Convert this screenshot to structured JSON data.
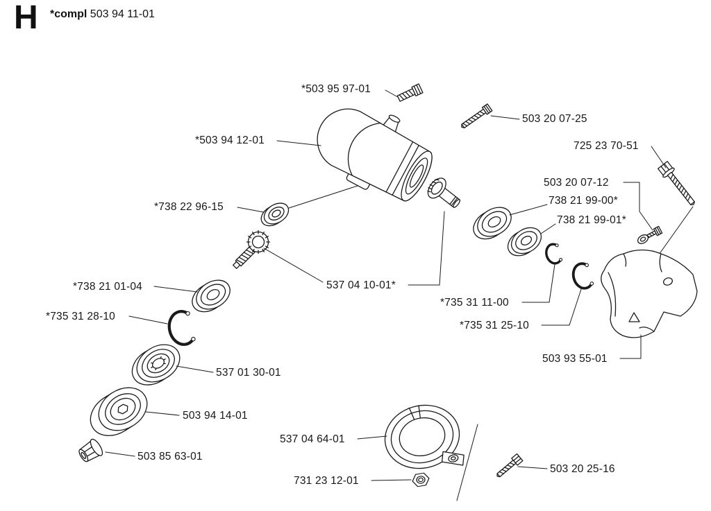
{
  "header": {
    "section_letter": "H",
    "compl_label": "*compl",
    "assembly_number": "503 94 11-01"
  },
  "labels": [
    {
      "text": "*503 95 97-01"
    },
    {
      "text": "503 20 07-25"
    },
    {
      "text": "725 23 70-51"
    },
    {
      "text": "*503 94 12-01"
    },
    {
      "text": "503 20 07-12"
    },
    {
      "text": "738 21 99-00*"
    },
    {
      "text": "738 21 99-01*"
    },
    {
      "text": "*738 22 96-15"
    },
    {
      "text": "537 04 10-01*"
    },
    {
      "text": "*735 31 11-00"
    },
    {
      "text": "*735 31 25-10"
    },
    {
      "text": "*738 21 01-04"
    },
    {
      "text": "*735 31 28-10"
    },
    {
      "text": "503 93 55-01"
    },
    {
      "text": "537 01 30-01"
    },
    {
      "text": "503 94 14-01"
    },
    {
      "text": "503 85 63-01"
    },
    {
      "text": "537 04 64-01"
    },
    {
      "text": "731 23 12-01"
    },
    {
      "text": "503 20 25-16"
    }
  ]
}
